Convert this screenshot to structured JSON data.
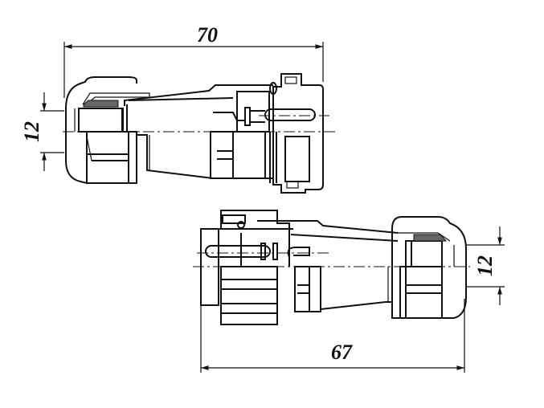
{
  "drawing": {
    "top_connector": {
      "length_label": "70",
      "diameter_label": "12"
    },
    "bottom_connector": {
      "length_label": "67",
      "diameter_label": "12"
    }
  },
  "colors": {
    "line": "#111111",
    "seal": "#666666",
    "background": "#ffffff"
  }
}
